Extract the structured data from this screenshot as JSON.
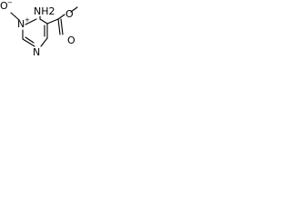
{
  "molecule": {
    "atoms": {
      "oxide_o": "O",
      "oxide_o_charge": "−",
      "n_oxide": "N",
      "n_oxide_charge": "+",
      "amino": "NH2",
      "ester_o": "O",
      "carbonyl_o": "O",
      "ring_n": "N"
    },
    "colors": {
      "bond": "#000000",
      "text": "#000000",
      "background": "#ffffff"
    }
  }
}
